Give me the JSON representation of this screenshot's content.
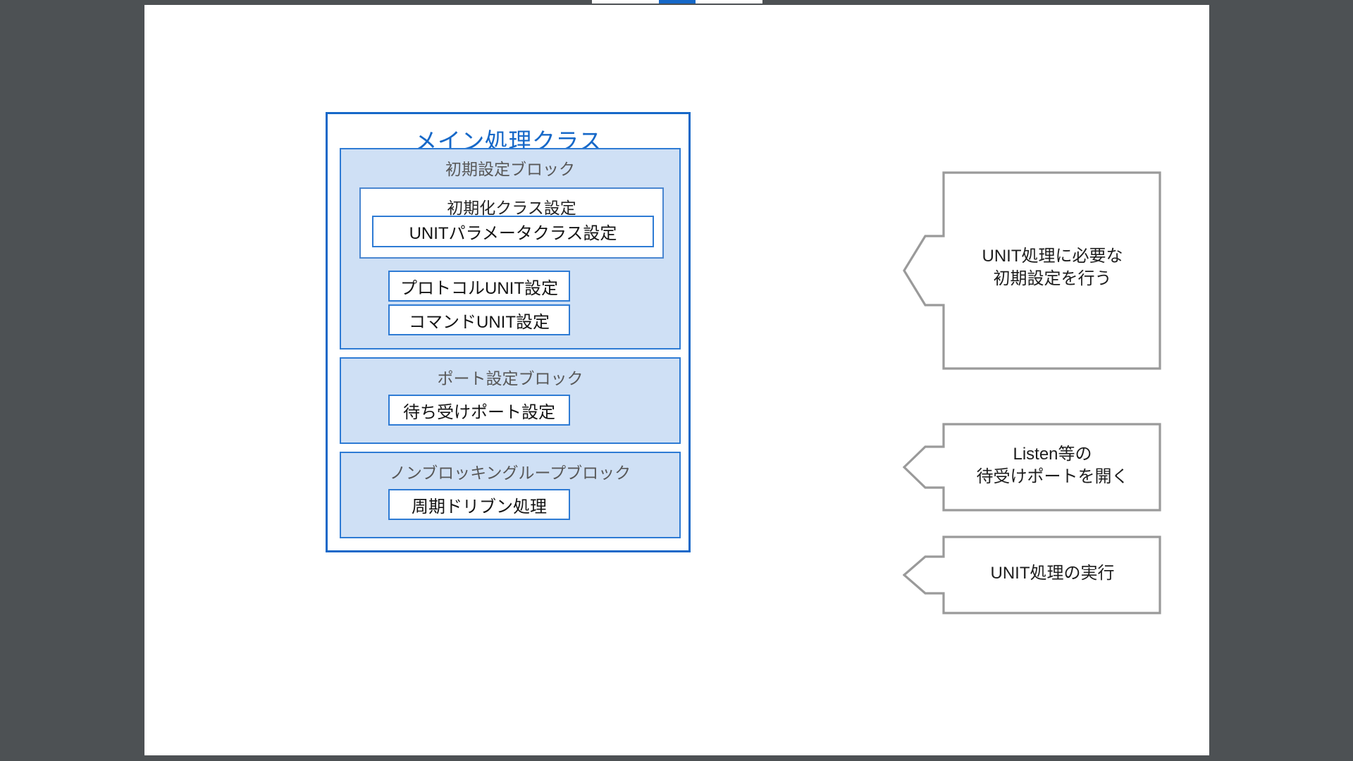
{
  "chrome": {
    "toolbar_label": "",
    "active_tab_label": ""
  },
  "slide": {
    "main_class": {
      "title": "メイン処理クラス",
      "blocks": [
        {
          "id": "init",
          "title": "初期設定ブロック",
          "inner_group": {
            "title": "初期化クラス設定",
            "items": [
              {
                "label": "UNITパラメータクラス設定"
              }
            ]
          },
          "items": [
            {
              "label": "プロトコルUNIT設定"
            },
            {
              "label": "コマンドUNIT設定"
            }
          ]
        },
        {
          "id": "port",
          "title": "ポート設定ブロック",
          "items": [
            {
              "label": "待ち受けポート設定"
            }
          ]
        },
        {
          "id": "loop",
          "title": "ノンブロッキングループブロック",
          "items": [
            {
              "label": "周期ドリブン処理"
            }
          ]
        }
      ]
    },
    "callouts": [
      {
        "id": "init",
        "lines": [
          "UNIT処理に必要な",
          "初期設定を行う"
        ]
      },
      {
        "id": "port",
        "lines": [
          "Listen等の",
          "待受けポートを開く"
        ]
      },
      {
        "id": "loop",
        "lines": [
          "UNIT処理の実行"
        ]
      }
    ]
  },
  "colors": {
    "canvas_background": "#4d5154",
    "slide_background": "#ffffff",
    "accent_blue": "#1668c8",
    "block_fill": "#cfe0f5",
    "block_border": "#2e7bd4",
    "inner_box_border": "#4a86d0",
    "callout_border": "#9a9a9a",
    "title_text": "#1668c8",
    "block_title_text": "#585858",
    "body_text": "#1d1d1d"
  }
}
